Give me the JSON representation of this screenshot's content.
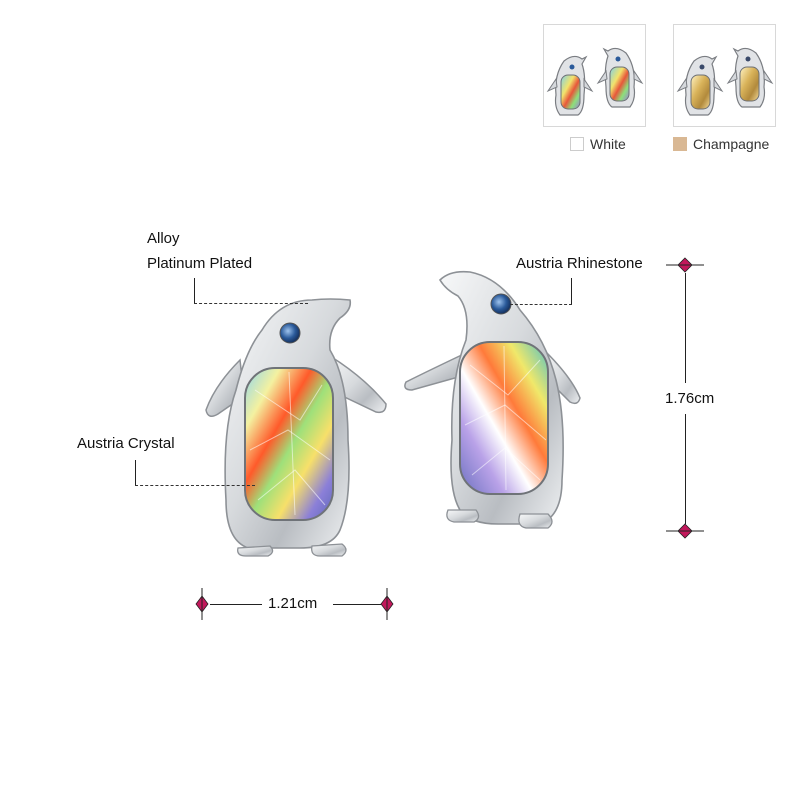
{
  "variants": [
    {
      "label": "White",
      "color": "#ffffff",
      "border": "#cccccc"
    },
    {
      "label": "Champagne",
      "color": "#d9b894",
      "border": "#d9b894"
    }
  ],
  "callouts": {
    "alloy": "Alloy",
    "plating": "Platinum Plated",
    "rhinestone": "Austria Rhinestone",
    "crystal": "Austria Crystal"
  },
  "dimensions": {
    "width": "1.21cm",
    "height": "1.76cm"
  },
  "colors": {
    "marker": "#c2185b",
    "eye": "#2a5a9a",
    "metal": "#c9ccd1"
  }
}
